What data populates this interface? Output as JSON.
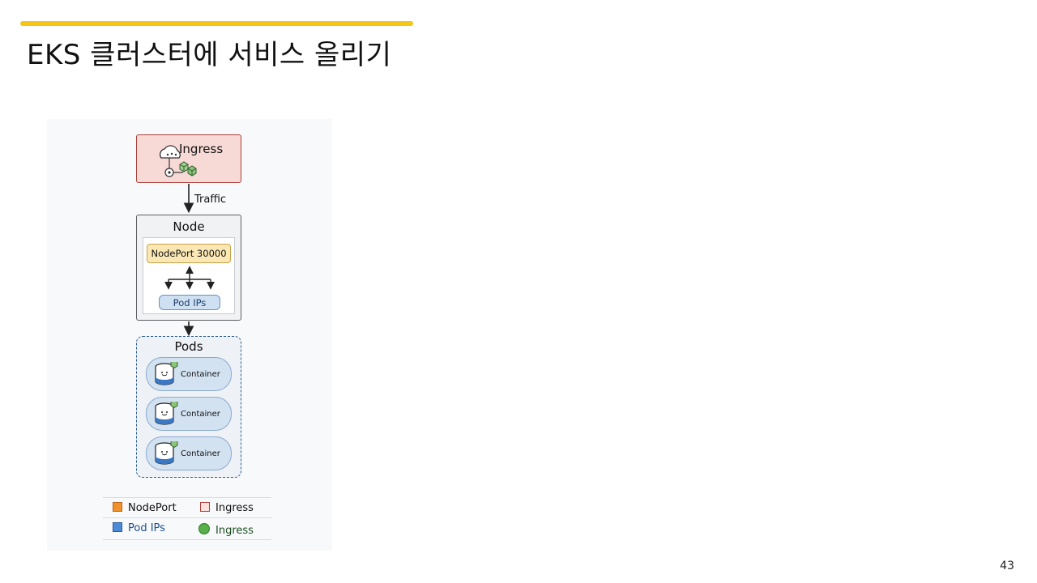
{
  "slide": {
    "title": "EKS 클러스터에 서비스 올리기",
    "page_number": "43"
  },
  "diagram": {
    "ingress": {
      "label": "Ingress"
    },
    "edge_label": "Traffic",
    "node": {
      "title": "Node",
      "nodeport_label": "NodePort 30000",
      "pod_ips_label": "Pod IPs"
    },
    "pods": {
      "title": "Pods",
      "containers": [
        {
          "label": "Container"
        },
        {
          "label": "Container"
        },
        {
          "label": "Container"
        }
      ]
    },
    "legend": [
      {
        "label": "NodePort",
        "swatch": "orange-square"
      },
      {
        "label": "Ingress",
        "swatch": "pink-square"
      },
      {
        "label": "Pod IPs",
        "swatch": "blue-square"
      },
      {
        "label": "Ingress",
        "swatch": "green-circle"
      }
    ]
  },
  "colors": {
    "accent": "#f5c518",
    "ingress_fill": "#f7d9d6",
    "ingress_border": "#a9413a",
    "nodeport_fill": "#fbe7b3",
    "pod_ips_fill": "#cfe0f2",
    "pods_border": "#2b5f8f",
    "legend_orange": "#f0922b",
    "legend_blue": "#4a8ad6",
    "legend_green": "#57b04a"
  },
  "icons": [
    "cloud-network-icon",
    "package-cube-icon",
    "database-container-icon"
  ]
}
